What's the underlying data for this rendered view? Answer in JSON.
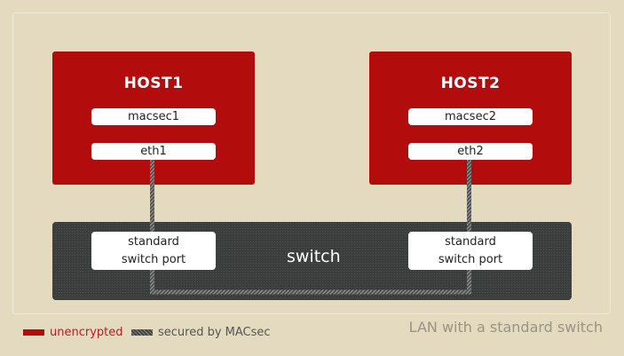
{
  "hosts": [
    {
      "title": "HOST1",
      "macsec": "macsec1",
      "eth": "eth1"
    },
    {
      "title": "HOST2",
      "macsec": "macsec2",
      "eth": "eth2"
    }
  ],
  "switch": {
    "label": "switch",
    "port_left_line1": "standard",
    "port_left_line2": "switch port",
    "port_right_line1": "standard",
    "port_right_line2": "switch port"
  },
  "legend": {
    "unencrypted": "unencrypted",
    "secured": "secured by MACsec"
  },
  "caption": "LAN with a standard switch",
  "colors": {
    "host": "#b20c0c",
    "switch": "#3a3d3b",
    "background": "#e3dabf"
  }
}
